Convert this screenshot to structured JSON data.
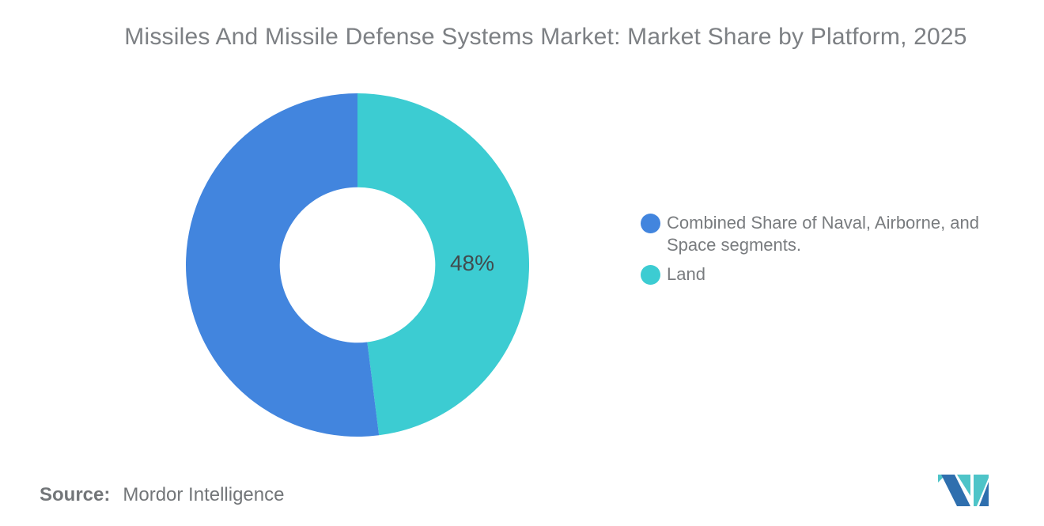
{
  "title": "Missiles And Missile Defense Systems Market: Market Share by Platform, 2025",
  "chart_data": {
    "type": "pie",
    "subtype": "donut",
    "title": "Missiles And Missile Defense Systems Market: Market Share by Platform, 2025",
    "direction": "clockwise",
    "start_angle_deg": 0,
    "inner_radius_ratio": 0.453,
    "slices": [
      {
        "label": "Land",
        "value_pct": 48,
        "color": "#3CCCD2",
        "data_label": "48%"
      },
      {
        "label": "Combined Share of Naval, Airborne, and Space segments.",
        "value_pct": 52,
        "color": "#4285DE",
        "data_label": ""
      }
    ],
    "legend_position": "right",
    "grid": false
  },
  "legend": {
    "items": [
      {
        "label": "Combined Share of Naval, Airborne, and Space segments.",
        "color": "#4285DE"
      },
      {
        "label": "Land",
        "color": "#3CCCD2"
      }
    ]
  },
  "source": {
    "prefix": "Source:",
    "name": "Mordor Intelligence"
  },
  "logo": {
    "name": "mordor-intelligence-logo",
    "colors": {
      "blue": "#2F6FAE",
      "teal": "#4EC4C8"
    }
  },
  "colors": {
    "title_text": "#7d8084",
    "legend_text": "#797c7f",
    "slice_label_text": "#414b4e",
    "source_text": "#737679",
    "background": "#ffffff"
  }
}
